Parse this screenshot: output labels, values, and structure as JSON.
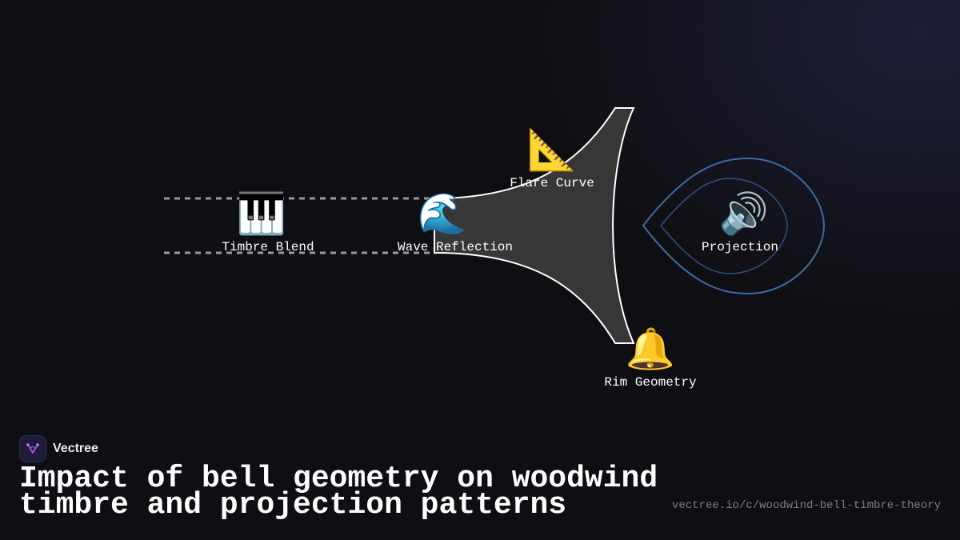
{
  "diagram": {
    "nodes": [
      {
        "id": "timbre-blend",
        "icon": "🎹",
        "icon_name": "piano-icon",
        "label": "Timbre Blend"
      },
      {
        "id": "wave-reflection",
        "icon": "🌊",
        "icon_name": "wave-icon",
        "label": "Wave Reflection"
      },
      {
        "id": "flare-curve",
        "icon": "📐",
        "icon_name": "triangular-ruler-icon",
        "label": "Flare Curve"
      },
      {
        "id": "projection",
        "icon": "🔊",
        "icon_name": "speaker-icon",
        "label": "Projection"
      },
      {
        "id": "rim-geometry",
        "icon": "🔔",
        "icon_name": "bell-icon",
        "label": "Rim Geometry"
      }
    ],
    "colors": {
      "bell_fill": "#373737",
      "bell_stroke": "#ffffff",
      "bore_dash": "#9a9a9a",
      "projection_lobe": "#3d6aa8"
    }
  },
  "brand": {
    "name": "Vectree",
    "logo_icon": "vectree-logo-icon",
    "accent": "#b04ad8"
  },
  "title": "Impact of bell geometry on woodwind timbre and projection patterns",
  "url": "vectree.io/c/woodwind-bell-timbre-theory"
}
